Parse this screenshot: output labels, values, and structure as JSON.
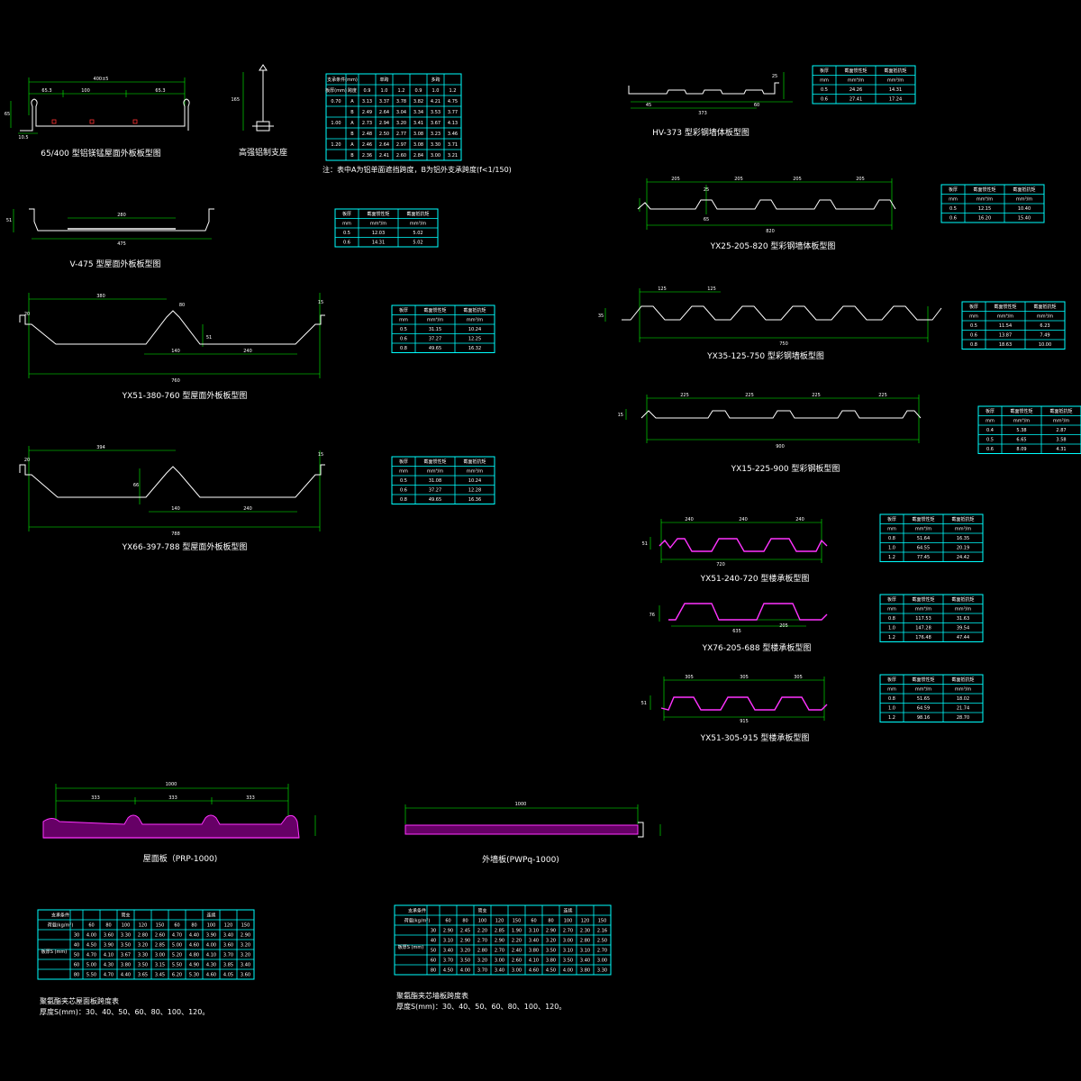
{
  "colors": {
    "background": "#000000",
    "profile": "#ffffff",
    "dimension": "#00ff00",
    "table": "#00ffff",
    "deck": "#ff33ff",
    "text": "#ffffff"
  },
  "titles": {
    "t6540": "65/400 型铝镁锰屋面外板板型图",
    "support": "高强铝制支座",
    "v475": "V-475 型屋面外板板型图",
    "yx51_380": "YX51-380-760 型屋面外板板型图",
    "yx66": "YX66-397-788 型屋面外板板型图",
    "hv373": "HV-373 型彩钢墙体板型图",
    "yx25": "YX25-205-820 型彩钢墙体板型图",
    "yx35": "YX35-125-750 型彩钢墙板型图",
    "yx15": "YX15-225-900 型彩钢板型图",
    "yx51_240": "YX51-240-720 型楼承板型图",
    "yx76": "YX76-205-688 型楼承板型图",
    "yx51_305": "YX51-305-915 型楼承板型图",
    "prp": "屋面板（PRP-1000)",
    "pwp": "外墙板(PWPq-1000)"
  },
  "notes": {
    "t6540_note": "注：表中A为铝单面遮挡跨度，B为铝外支承跨度(f<1/150)",
    "roof_note1": "聚氨酯夹芯屋面板跨度表",
    "roof_note2": "厚度S(mm)：30、40、50、60、80、100、120。",
    "wall_note1": "聚氨酯夹芯墙板跨度表",
    "wall_note2": "厚度S(mm)：30、40、50、60、80、100、120。"
  },
  "dims": {
    "d6540": [
      "400±5",
      "65.3",
      "100",
      "65.3",
      "10.5",
      "65"
    ],
    "dsupport": [
      "165"
    ],
    "dv475": [
      "280",
      "475",
      "51"
    ],
    "dyx51": [
      "380",
      "80",
      "140",
      "240",
      "760",
      "15",
      "51",
      "20"
    ],
    "dyx66": [
      "394",
      "140",
      "240",
      "788",
      "15",
      "66",
      "20"
    ],
    "dhv": [
      "45",
      "373",
      "60",
      "25"
    ],
    "dyx25": [
      "205",
      "205",
      "205",
      "205",
      "820",
      "25",
      "65"
    ],
    "dyx35": [
      "125",
      "125",
      "750",
      "35"
    ],
    "dyx15": [
      "225",
      "225",
      "225",
      "225",
      "900",
      "15"
    ],
    "dyx51b": [
      "240",
      "240",
      "240",
      "720",
      "51"
    ],
    "dyx76": [
      "635",
      "205",
      "76"
    ],
    "dyx51c": [
      "305",
      "305",
      "305",
      "915",
      "51"
    ],
    "dprp": [
      "1000",
      "333",
      "333",
      "333"
    ],
    "dpwp": [
      "1000"
    ]
  },
  "tables": {
    "t6540": {
      "head": [
        "支承条件(mm)",
        "单跨",
        "多跨"
      ],
      "sub": [
        "板厚(mm)",
        "跨度",
        "0.9",
        "1.0",
        "1.2",
        "0.9",
        "1.0",
        "1.2"
      ],
      "rows": [
        [
          "0.70",
          "A",
          "3.13",
          "3.37",
          "3.78",
          "3.82",
          "4.21",
          "4.75"
        ],
        [
          "",
          "B",
          "2.49",
          "2.64",
          "3.04",
          "3.34",
          "3.53",
          "3.77"
        ],
        [
          "1.00",
          "A",
          "2.73",
          "2.94",
          "3.20",
          "3.41",
          "3.67",
          "4.13"
        ],
        [
          "",
          "B",
          "2.48",
          "2.50",
          "2.77",
          "3.08",
          "3.23",
          "3.46"
        ],
        [
          "1.20",
          "A",
          "2.46",
          "2.64",
          "2.97",
          "3.08",
          "3.30",
          "3.71"
        ],
        [
          "",
          "B",
          "2.36",
          "2.41",
          "2.60",
          "2.84",
          "3.00",
          "3.21"
        ]
      ]
    },
    "tv475": {
      "head": [
        "板厚",
        "截面惯性矩",
        "截面抵抗矩"
      ],
      "rows": [
        [
          "mm",
          "mm⁴/m",
          "mm³/m"
        ],
        [
          "0.5",
          "12.03",
          "5.02"
        ],
        [
          "0.6",
          "14.31",
          "5.02"
        ]
      ]
    },
    "tyx51": {
      "head": [
        "板厚",
        "截面惯性矩",
        "截面抵抗矩"
      ],
      "rows": [
        [
          "mm",
          "mm⁴/m",
          "mm³/m"
        ],
        [
          "0.5",
          "31.15",
          "10.24"
        ],
        [
          "0.6",
          "37.27",
          "12.25"
        ],
        [
          "0.8",
          "49.65",
          "16.32"
        ]
      ]
    },
    "tyx66": {
      "head": [
        "板厚",
        "截面惯性矩",
        "截面抵抗矩"
      ],
      "rows": [
        [
          "mm",
          "mm⁴/m",
          "mm³/m"
        ],
        [
          "0.5",
          "31.08",
          "10.24"
        ],
        [
          "0.6",
          "37.27",
          "12.28"
        ],
        [
          "0.8",
          "49.65",
          "16.36"
        ]
      ]
    },
    "thv": {
      "head": [
        "板厚",
        "截面惯性矩",
        "截面抵抗矩"
      ],
      "rows": [
        [
          "mm",
          "mm⁴/m",
          "mm³/m"
        ],
        [
          "0.5",
          "24.26",
          "14.31"
        ],
        [
          "0.6",
          "27.41",
          "17.24"
        ]
      ]
    },
    "tyx25": {
      "head": [
        "板厚",
        "截面惯性矩",
        "截面抵抗矩"
      ],
      "rows": [
        [
          "mm",
          "mm⁴/m",
          "mm³/m"
        ],
        [
          "0.5",
          "12.15",
          "10.40"
        ],
        [
          "0.6",
          "16.20",
          "15.40"
        ]
      ]
    },
    "tyx35": {
      "head": [
        "板厚",
        "截面惯性矩",
        "截面抵抗矩"
      ],
      "rows": [
        [
          "mm",
          "mm⁴/m",
          "mm³/m"
        ],
        [
          "0.5",
          "11.54",
          "6.23"
        ],
        [
          "0.6",
          "13.87",
          "7.49"
        ],
        [
          "0.8",
          "18.63",
          "10.00"
        ]
      ]
    },
    "tyx15": {
      "head": [
        "板厚",
        "截面惯性矩",
        "截面抵抗矩"
      ],
      "rows": [
        [
          "mm",
          "mm⁴/m",
          "mm³/m"
        ],
        [
          "0.4",
          "5.38",
          "2.87"
        ],
        [
          "0.5",
          "6.65",
          "3.58"
        ],
        [
          "0.6",
          "8.09",
          "4.31"
        ]
      ]
    },
    "tyx51b": {
      "head": [
        "板厚",
        "截面惯性矩",
        "截面抵抗矩"
      ],
      "rows": [
        [
          "mm",
          "mm⁴/m",
          "mm³/m"
        ],
        [
          "0.8",
          "51.64",
          "16.35"
        ],
        [
          "1.0",
          "64.55",
          "20.19"
        ],
        [
          "1.2",
          "77.45",
          "24.42"
        ]
      ]
    },
    "tyx76": {
      "head": [
        "板厚",
        "截面惯性矩",
        "截面抵抗矩"
      ],
      "rows": [
        [
          "mm",
          "mm⁴/m",
          "mm³/m"
        ],
        [
          "0.8",
          "117.53",
          "31.63"
        ],
        [
          "1.0",
          "147.28",
          "39.54"
        ],
        [
          "1.2",
          "176.48",
          "47.44"
        ]
      ]
    },
    "tyx51c": {
      "head": [
        "板厚",
        "截面惯性矩",
        "截面抵抗矩"
      ],
      "rows": [
        [
          "mm",
          "mm⁴/m",
          "mm³/m"
        ],
        [
          "0.8",
          "51.65",
          "18.02"
        ],
        [
          "1.0",
          "64.59",
          "21.74"
        ],
        [
          "1.2",
          "98.16",
          "28.70"
        ]
      ]
    },
    "troof": {
      "cond": [
        "支承条件",
        "简支",
        "连续"
      ],
      "load": [
        "荷载(kg/m²)",
        "60",
        "80",
        "100",
        "120",
        "150",
        "60",
        "80",
        "100",
        "120",
        "150"
      ],
      "side": "板厚S (mm)",
      "rows": [
        [
          "30",
          "4.00",
          "3.60",
          "3.30",
          "2.80",
          "2.60",
          "4.70",
          "4.40",
          "3.90",
          "3.40",
          "2.90"
        ],
        [
          "40",
          "4.50",
          "3.90",
          "3.50",
          "3.20",
          "2.85",
          "5.00",
          "4.60",
          "4.00",
          "3.60",
          "3.20"
        ],
        [
          "50",
          "4.70",
          "4.10",
          "3.67",
          "3.30",
          "3.00",
          "5.20",
          "4.80",
          "4.10",
          "3.70",
          "3.20"
        ],
        [
          "60",
          "5.00",
          "4.30",
          "3.80",
          "3.50",
          "3.15",
          "5.50",
          "4.90",
          "4.30",
          "3.85",
          "3.40"
        ],
        [
          "80",
          "5.50",
          "4.70",
          "4.40",
          "3.65",
          "3.45",
          "6.20",
          "5.30",
          "4.60",
          "4.05",
          "3.60"
        ]
      ]
    },
    "twall": {
      "cond": [
        "支承条件",
        "简支",
        "连续"
      ],
      "load": [
        "荷载(kg/m²)",
        "60",
        "80",
        "100",
        "120",
        "150",
        "60",
        "80",
        "100",
        "120",
        "150"
      ],
      "side": "板厚S (mm)",
      "rows": [
        [
          "30",
          "2.90",
          "2.45",
          "2.20",
          "2.85",
          "1.90",
          "3.10",
          "2.90",
          "2.70",
          "2.30",
          "2.16"
        ],
        [
          "40",
          "3.10",
          "2.90",
          "2.70",
          "2.90",
          "2.20",
          "3.40",
          "3.20",
          "3.00",
          "2.80",
          "2.50"
        ],
        [
          "50",
          "3.40",
          "3.20",
          "2.80",
          "2.70",
          "2.40",
          "3.80",
          "3.50",
          "3.10",
          "3.10",
          "2.70"
        ],
        [
          "60",
          "3.70",
          "3.50",
          "3.20",
          "3.00",
          "2.60",
          "4.10",
          "3.80",
          "3.50",
          "3.40",
          "3.00"
        ],
        [
          "80",
          "4.50",
          "4.00",
          "3.70",
          "3.40",
          "3.00",
          "4.60",
          "4.50",
          "4.00",
          "3.80",
          "3.30"
        ]
      ]
    }
  }
}
